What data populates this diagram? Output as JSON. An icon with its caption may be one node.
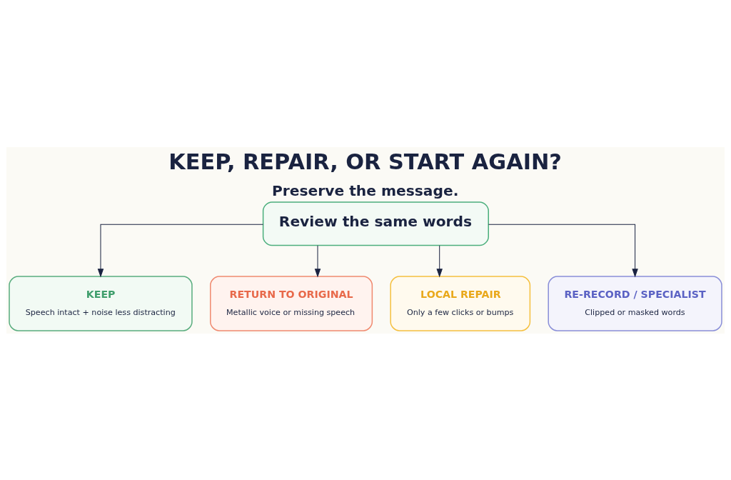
{
  "diagram": {
    "title": "KEEP, REPAIR, OR START AGAIN?",
    "caption": "Preserve the message.",
    "nodes": [
      {
        "text": [
          "Review the same words"
        ]
      },
      {
        "text": [
          "KEEP",
          "Speech intact + noise less distracting"
        ]
      },
      {
        "text": [
          "RETURN TO ORIGINAL",
          "Metallic voice or missing speech"
        ]
      },
      {
        "text": [
          "LOCAL REPAIR",
          "Only a few clicks or bumps"
        ]
      },
      {
        "text": [
          "RE-RECORD / SPECIALIST",
          "Clipped or masked words"
        ]
      }
    ],
    "edges": [
      {
        "from": 0,
        "to": 1,
        "arrow": "to"
      },
      {
        "from": 0,
        "to": 2,
        "arrow": "to"
      },
      {
        "from": 0,
        "to": 3,
        "arrow": "to"
      },
      {
        "from": 0,
        "to": 4,
        "arrow": "to"
      }
    ]
  }
}
